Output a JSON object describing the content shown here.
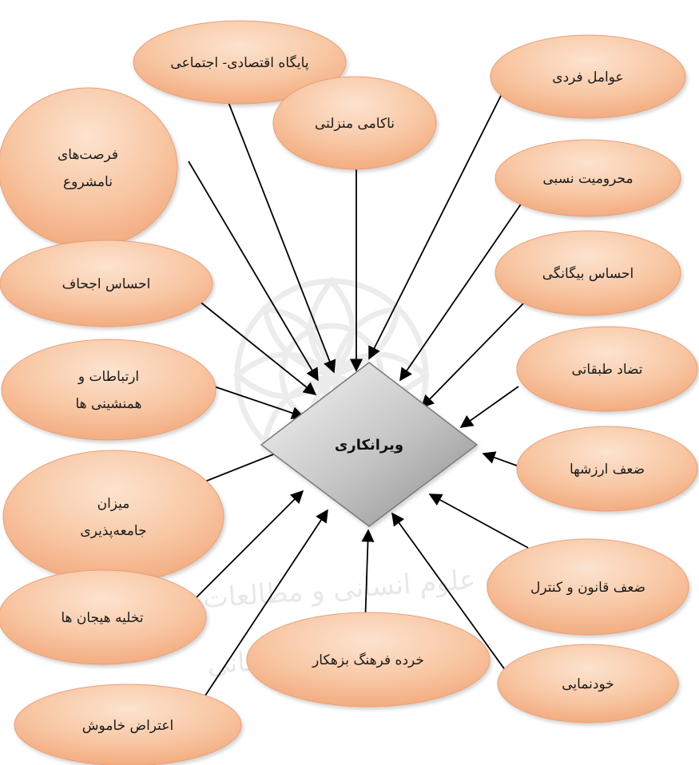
{
  "center": {
    "label": "ویرانکاری"
  },
  "watermark": {
    "line1": "پژوهشگاه علوم انسانی و مطالعات فرهنگی",
    "line2": "پرتال جامع علوم انسانی"
  },
  "colors": {
    "node_fill_light": "#fde3cf",
    "node_fill_dark": "#f2a77a",
    "node_stroke": "#e8a07a",
    "center_fill_light": "#f7f7f7",
    "center_fill_dark": "#8c8c8c",
    "center_stroke": "#7a7a7a",
    "arrow": "#000000"
  },
  "nodes": [
    {
      "label": [
        "پایگاه اقتصادی- اجتماعی"
      ]
    },
    {
      "label": [
        "عوامل فردی"
      ]
    },
    {
      "label": [
        "ناکامی منزلتی"
      ]
    },
    {
      "label": [
        "فرصت‌های",
        "نامشروع"
      ]
    },
    {
      "label": [
        "محرومیت نسبی"
      ]
    },
    {
      "label": [
        "احساس اجحاف"
      ]
    },
    {
      "label": [
        "احساس بیگانگی"
      ]
    },
    {
      "label": [
        "ارتباطات و",
        "همنشینی ها"
      ]
    },
    {
      "label": [
        "تضاد طبقاتی"
      ]
    },
    {
      "label": [
        "ضعف ارزشها"
      ]
    },
    {
      "label": [
        "میزان",
        "جامعه‌پذیری"
      ]
    },
    {
      "label": [
        "ضعف قانون و کنترل"
      ]
    },
    {
      "label": [
        "تخلیه هیجان ها"
      ]
    },
    {
      "label": [
        "خرده فرهنگ بزهکار"
      ]
    },
    {
      "label": [
        "خودنمایی"
      ]
    },
    {
      "label": [
        "اعتراض خاموش"
      ]
    }
  ]
}
